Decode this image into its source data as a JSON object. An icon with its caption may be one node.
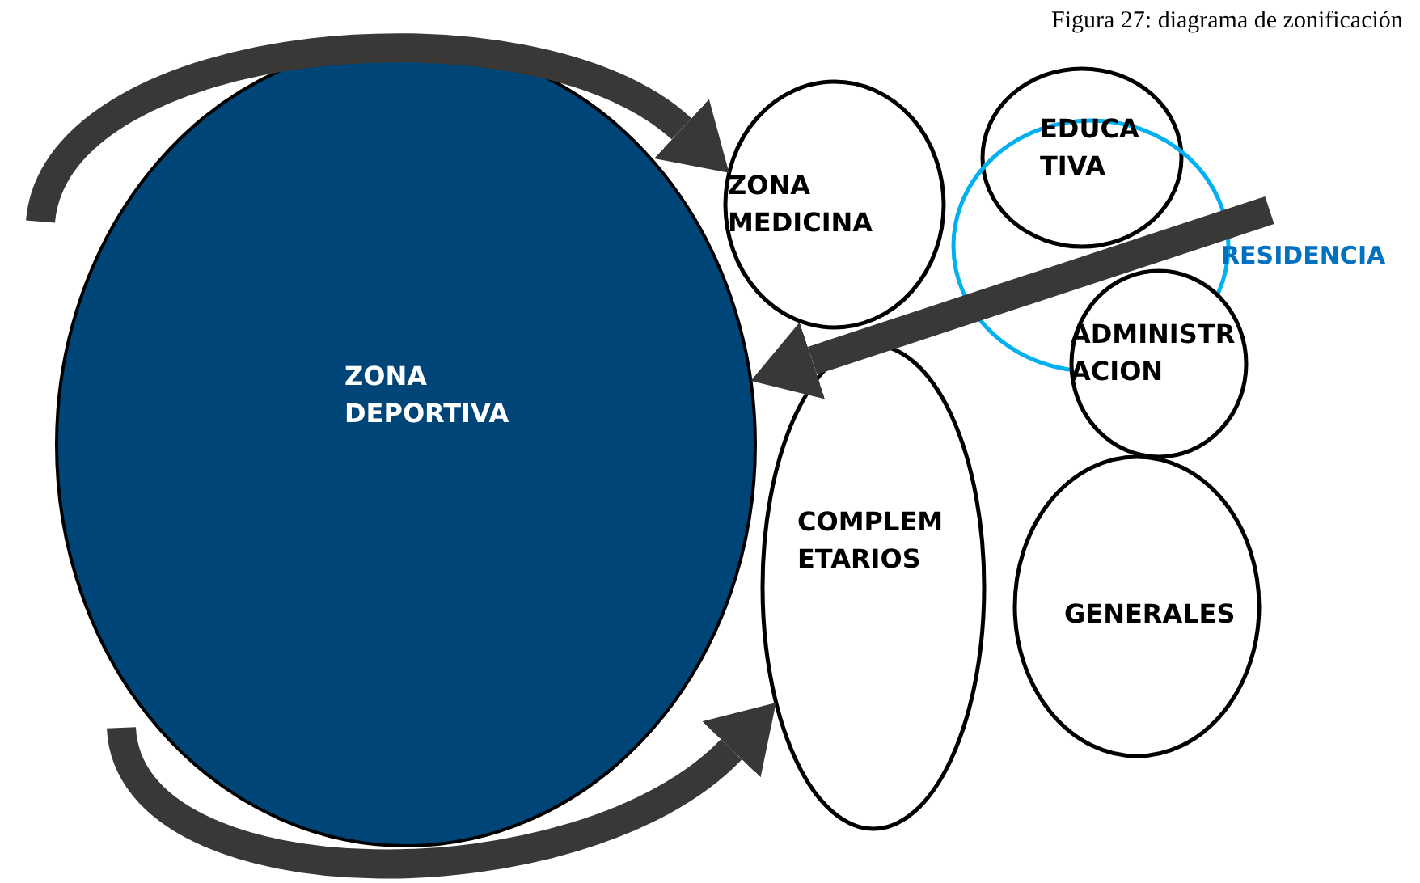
{
  "diagram": {
    "title": "Figura 27: diagrama de zonificación",
    "nodes": [
      {
        "text": [
          "ZONA DEPORTIVA"
        ]
      },
      {
        "text": [
          "ZONA MEDICINA"
        ]
      },
      {
        "text": [
          "EDUCA TIVA"
        ]
      },
      {
        "text": [
          "RESIDENCIA"
        ]
      },
      {
        "text": [
          "ADMINISTR ACION"
        ]
      },
      {
        "text": [
          "COMPLEM ETARIOS"
        ]
      },
      {
        "text": [
          "GENERALES"
        ]
      }
    ],
    "edges": [
      {
        "from": null,
        "to": 1,
        "arrow": "to"
      },
      {
        "from": null,
        "to": 5,
        "arrow": "to"
      },
      {
        "from": null,
        "to": 0,
        "arrow": "to"
      }
    ]
  }
}
